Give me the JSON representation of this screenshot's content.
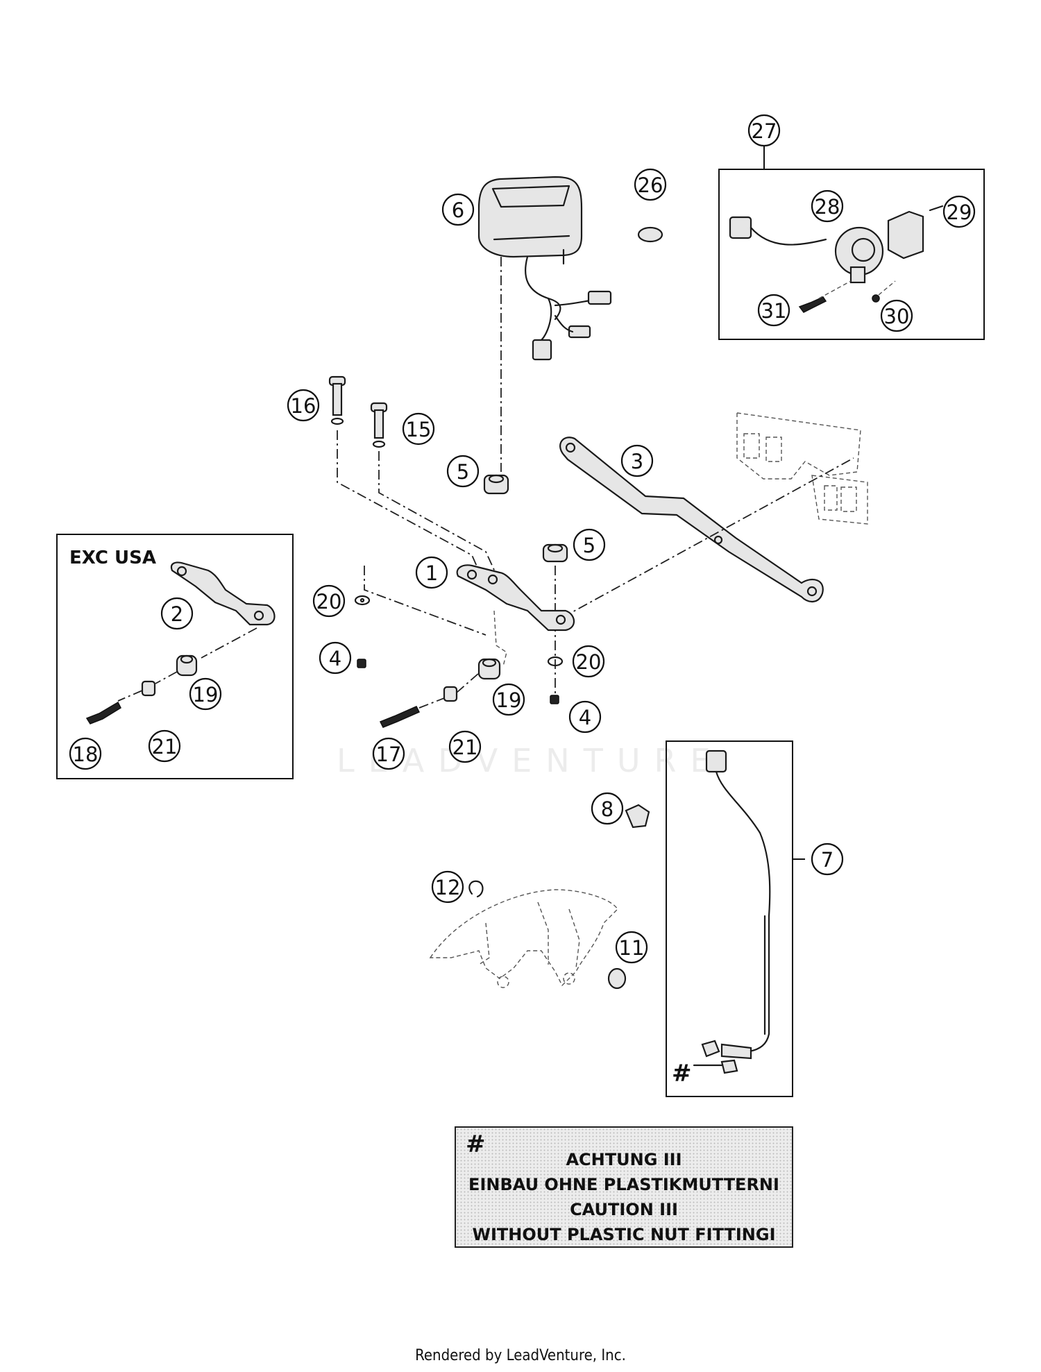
{
  "callouts": [
    {
      "label": "1"
    },
    {
      "label": "2"
    },
    {
      "label": "3"
    },
    {
      "label": "4"
    },
    {
      "label": "4"
    },
    {
      "label": "5"
    },
    {
      "label": "5"
    },
    {
      "label": "6"
    },
    {
      "label": "7"
    },
    {
      "label": "8"
    },
    {
      "label": "11"
    },
    {
      "label": "12"
    },
    {
      "label": "15"
    },
    {
      "label": "16"
    },
    {
      "label": "17"
    },
    {
      "label": "18"
    },
    {
      "label": "19"
    },
    {
      "label": "19"
    },
    {
      "label": "20"
    },
    {
      "label": "20"
    },
    {
      "label": "21"
    },
    {
      "label": "21"
    },
    {
      "label": "26"
    },
    {
      "label": "27"
    },
    {
      "label": "28"
    },
    {
      "label": "29"
    },
    {
      "label": "30"
    },
    {
      "label": "31"
    }
  ],
  "exc_box": {
    "label": "EXC USA"
  },
  "hash_marker": "#",
  "caution": {
    "marker": "#",
    "line1": "ACHTUNG III",
    "line2": "EINBAU OHNE PLASTIKMUTTERNI",
    "line3": "CAUTION III",
    "line4": "WITHOUT PLASTIC NUT FITTINGI"
  },
  "watermark": "LEADVENTURE",
  "footer": "Rendered by LeadVenture, Inc."
}
